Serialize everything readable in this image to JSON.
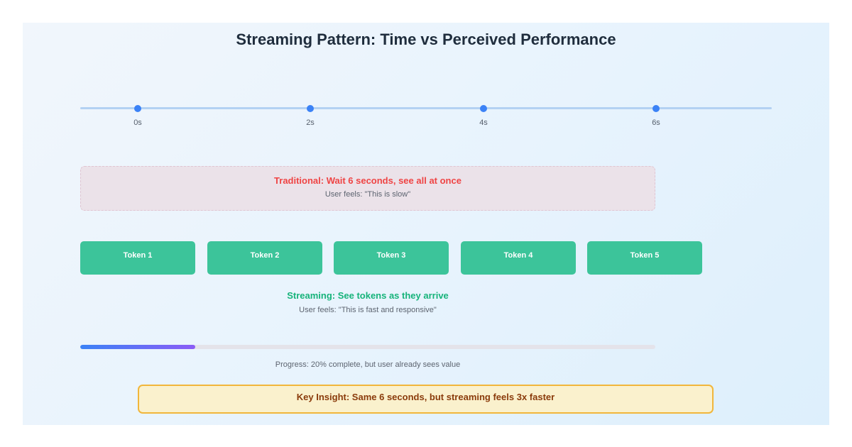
{
  "title": "Streaming Pattern: Time vs Perceived Performance",
  "timeline": {
    "ticks": [
      "0s",
      "2s",
      "4s",
      "6s"
    ]
  },
  "traditional": {
    "heading": "Traditional: Wait 6 seconds, see all at once",
    "feeling": "User feels: \"This is slow\""
  },
  "tokens": [
    "Token 1",
    "Token 2",
    "Token 3",
    "Token 4",
    "Token 5"
  ],
  "streaming": {
    "heading": "Streaming: See tokens as they arrive",
    "feeling": "User feels: \"This is fast and responsive\""
  },
  "progress": {
    "value_percent": 20,
    "text": "Progress: 20% complete, but user already sees value"
  },
  "insight": "Key Insight: Same 6 seconds, but streaming feels 3x faster",
  "colors": {
    "timeline_dot": "#3b82f6",
    "traditional_heading": "#ef4444",
    "token_fill": "#3cc49a",
    "streaming_heading": "#16b37a",
    "progress_gradient_start": "#3b82f6",
    "progress_gradient_end": "#8b5cf6",
    "insight_border": "#f1b63b",
    "insight_text": "#8a3b0b"
  }
}
